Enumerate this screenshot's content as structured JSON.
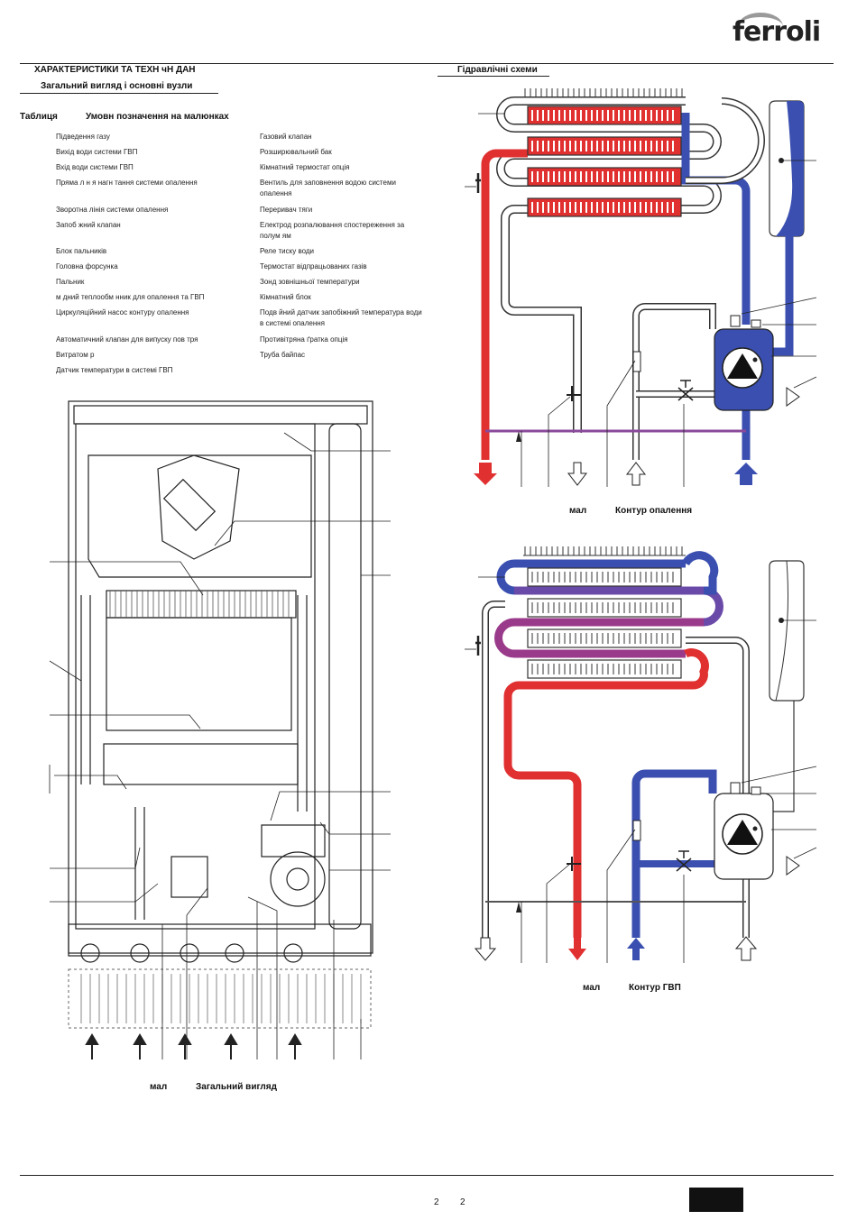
{
  "brand": {
    "logo_text": "ferroli"
  },
  "header": {
    "section_title": "ХАРАКТЕРИСТИКИ ТА ТЕХН чН  ДАН",
    "subsection_title": "Загальний вигляд і основні вузли",
    "hydraulic_title": "Гідравлічні схеми"
  },
  "table": {
    "label": "Таблиця",
    "title": "Умовн  позначення  на малюнках",
    "left_items": [
      "Підведення газу",
      "Вихід води  системи ГВП",
      "Вхід води  системи ГВП",
      "Пряма л н я  нагн тання  системи опалення",
      "Зворотна лінія системи опалення",
      "Запоб жний  клапан",
      "Блок пальників",
      "Головна форсунка",
      "Пальник",
      "м дний  теплообм нник для опалення та ГВП",
      "Циркуляційний насос  контуру опалення",
      "Автоматичний клапан  для випуску пов тря",
      "Витратом р",
      "Датчик температури в системі ГВП"
    ],
    "right_items": [
      "Газовий клапан",
      "Розширювальний бак",
      "Кімнатний термостат  опція",
      "Вентиль для заповнення водою  системи опалення",
      "Переривач тяги",
      "Електрод розпалювання  спостереження за полум ям",
      "Реле тиску води",
      "Термостат відпрацьованих газів",
      "Зонд зовнішньої температури",
      "Кімнатний блок",
      "Подв йний датчик  запобіжний температура води в системі опалення",
      "Противітряна ґратка  опція",
      "Труба байпас"
    ]
  },
  "captions": {
    "fig_general_prefix": "мал",
    "fig_general": "Загальний вигляд",
    "fig_heating_prefix": "мал",
    "fig_heating": "Контур опалення",
    "fig_dhw_prefix": "мал",
    "fig_dhw": "Контур ГВП"
  },
  "footer": {
    "page_left": "2",
    "page_right": "2"
  },
  "colors": {
    "hot": "#e03030",
    "cold": "#3a4fb0",
    "mixed": "#8a4a9a",
    "line": "#222222"
  }
}
